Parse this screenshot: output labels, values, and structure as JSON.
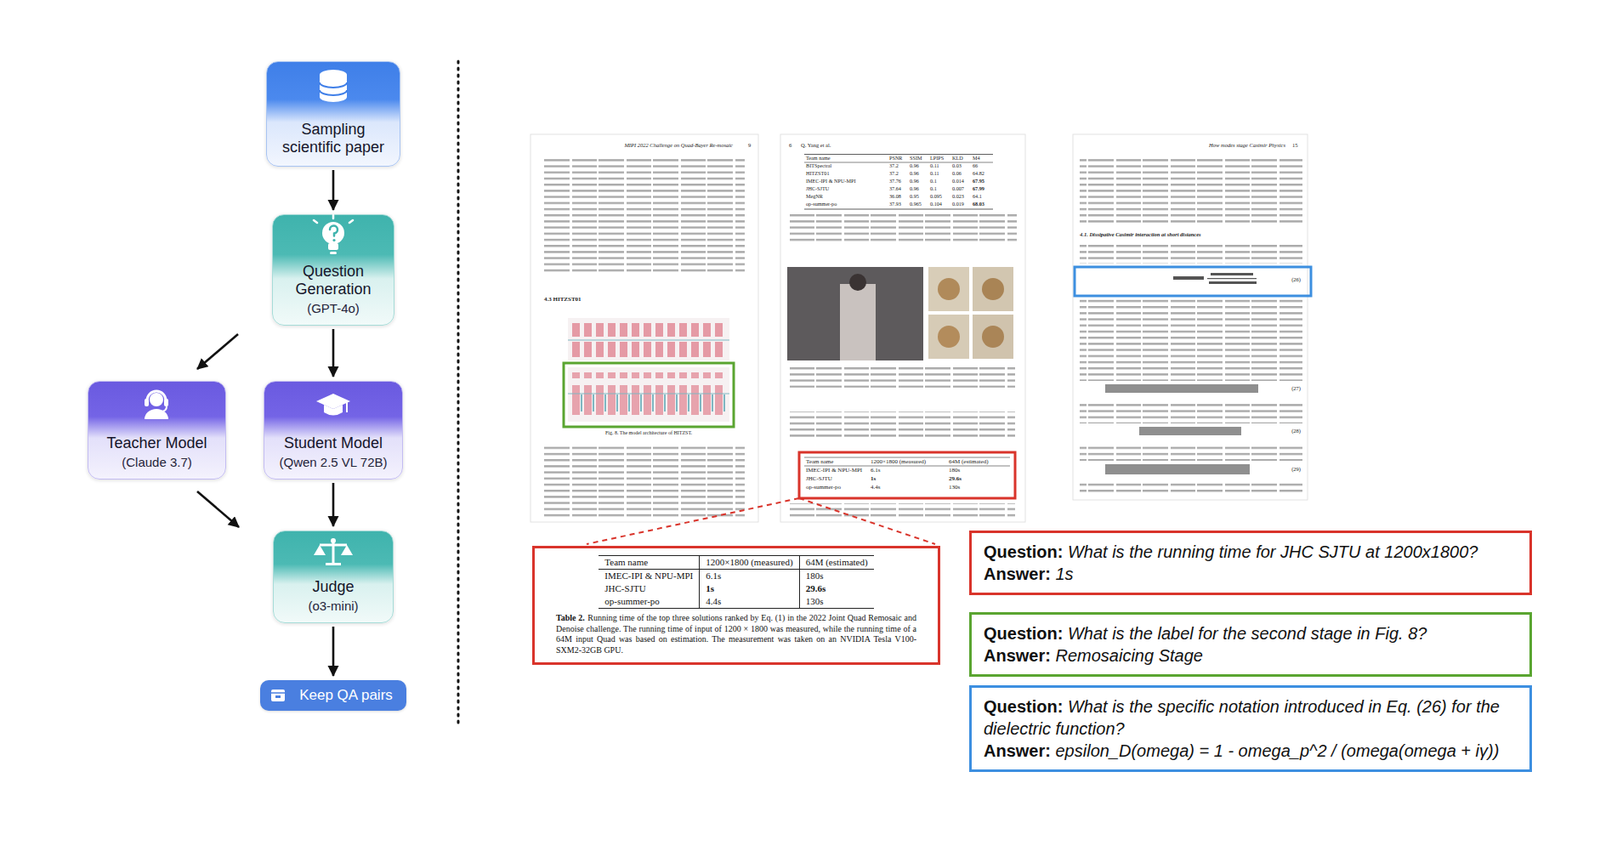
{
  "diagram": {
    "nodes": [
      {
        "text": [
          "Sampling scientific paper"
        ]
      },
      {
        "text": [
          "Question Generation",
          "(GPT-4o)"
        ]
      },
      {
        "text": [
          "Teacher Model",
          "(Claude 3.7)"
        ]
      },
      {
        "text": [
          "Student Model",
          "(Qwen 2.5 VL 72B)"
        ]
      },
      {
        "text": [
          "Judge",
          "(o3-mini)"
        ]
      },
      {
        "text": [
          "Keep QA pairs"
        ]
      },
      {
        "text": [
          "Team name",
          "1200×1800 (measured)",
          "64M (estimated)",
          "IMEC-IPI & NPU-MPI",
          "6.1s",
          "180s",
          "JHC-SJTU",
          "1s",
          "29.6s",
          "op-summer-po",
          "4.4s",
          "130s",
          "Table 2.",
          "Running time of the top three solutions ranked by Eq. (1) in the 2022 Joint Quad Remosaic and Denoise challenge. The running time of input of 1200 × 1800 was measured, while the running time of a 64M input Quad was based on estimation. The measurement was taken on an NVIDIA Tesla V100-SXM2-32GB GPU."
        ]
      },
      {
        "text": [
          "Question:",
          "What is the running time for JHC SJTU at 1200x1800?",
          "Answer:",
          "1s"
        ]
      },
      {
        "text": [
          "Question:",
          "What is the label for the second stage in Fig. 8?",
          "Answer:",
          "Remosaicing Stage"
        ]
      },
      {
        "text": [
          "Question:",
          "What is the specific notation introduced in Eq. (26) for the dielectric function?",
          "Answer:",
          "epsilon_D(omega) = 1 - omega_p^2 / (omega(omega + iγ))"
        ]
      }
    ],
    "edges": [
      {
        "from": 0,
        "to": 1,
        "arrow": "to"
      },
      {
        "from": 1,
        "to": 2,
        "arrow": "to"
      },
      {
        "from": 1,
        "to": 3,
        "arrow": "to"
      },
      {
        "from": 2,
        "to": 4,
        "arrow": "to"
      },
      {
        "from": 3,
        "to": 4,
        "arrow": "to"
      },
      {
        "from": 4,
        "to": 5,
        "arrow": "to"
      }
    ],
    "labels": [
      "MIPI 2022 Challenge on Quad-Bayer Re-mosaic",
      "9",
      "4.3 HITZST01",
      "Fig. 8. The model architecture of HITZST.",
      "6",
      "Q. Yang et al.",
      "Team name",
      "PSNR",
      "SSIM",
      "LPIPS",
      "KLD",
      "M4",
      "BITSpectral",
      "37.2",
      "0.96",
      "0.11",
      "0.03",
      "66",
      "HITZST01",
      "37.2",
      "0.96",
      "0.11",
      "0.06",
      "64.82",
      "IMEC-IPI & NPU-MPI",
      "37.76",
      "0.96",
      "0.1",
      "0.014",
      "67.95",
      "JHC-SJTU",
      "37.64",
      "0.96",
      "0.1",
      "0.007",
      "67.99",
      "MegNR",
      "36.08",
      "0.95",
      "0.095",
      "0.023",
      "64.1",
      "op-summer-po",
      "37.93",
      "0.965",
      "0.104",
      "0.019",
      "68.03",
      "Team name",
      "1200×1800 (measured)",
      "64M (estimated)",
      "IMEC-IPI & NPU-MPI",
      "6.1s",
      "180s",
      "JHC-SJTU",
      "1s",
      "29.6s",
      "op-summer-po",
      "4.4s",
      "130s",
      "How modes stage Casimir Physics",
      "15",
      "4.1. Dissipative Casimir interaction at short distances",
      "(26)",
      "(27)",
      "(28)",
      "(29)"
    ]
  }
}
